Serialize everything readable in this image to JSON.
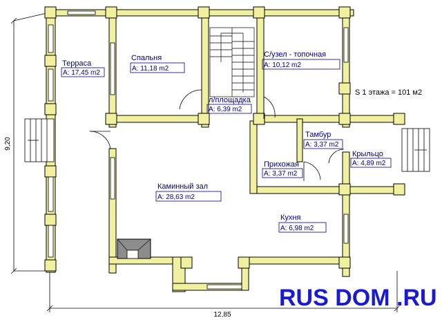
{
  "title": "S 1 этажа = 101 м2",
  "brand": "RUS DOM .RU",
  "dimensions": {
    "height": "9,20",
    "width": "12,85"
  },
  "rooms": [
    {
      "name": "Терраса",
      "area": "A: 17,45 m2"
    },
    {
      "name": "Спальня",
      "area": "A: 11,18 m2"
    },
    {
      "name": "С/узел - топочная",
      "area": "A: 10,12 m2"
    },
    {
      "name": "л/площадка",
      "area": "A: 6,39 m2"
    },
    {
      "name": "Тамбур",
      "area": "A: 3,37 m2"
    },
    {
      "name": "Крыльцо",
      "area": "A: 4,89 m2"
    },
    {
      "name": "Прихожая",
      "area": "A: 3,37 m2"
    },
    {
      "name": "Каминный зал",
      "area": "A: 28,63 m2"
    },
    {
      "name": "Кухня",
      "area": "A: 6,98 m2"
    }
  ],
  "colors": {
    "wall": "#f0f0a0",
    "label": "#000080",
    "brand": "#1a1ad0",
    "fireplace": "#8c8c8c",
    "window": "#d8d8d8"
  }
}
